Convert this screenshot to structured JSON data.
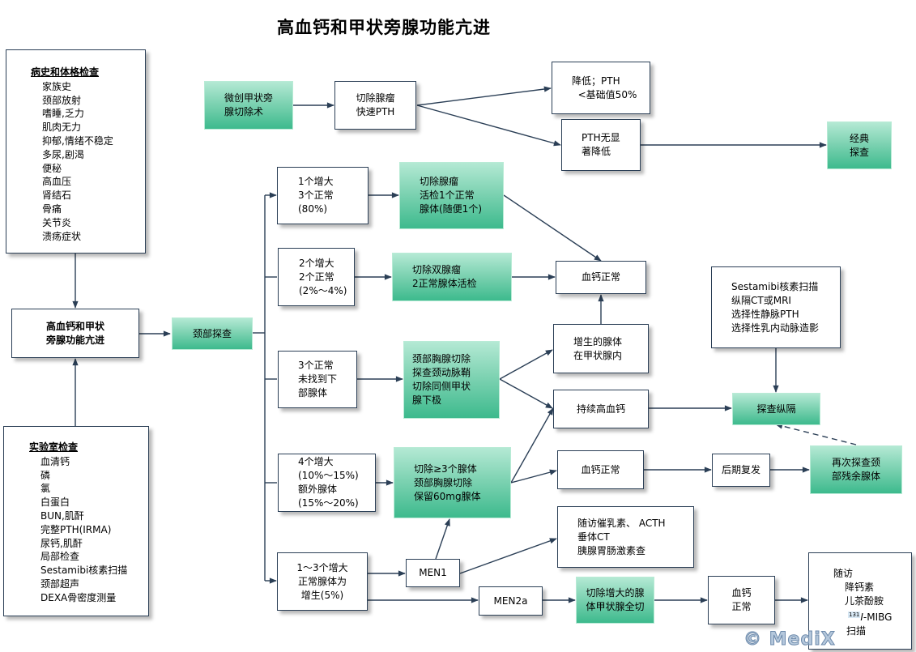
{
  "title": "高血钙和甲状旁腺功能亢进",
  "watermark": "© MediX",
  "colors": {
    "line": "#2b3f56",
    "box_border": "#2b3f56",
    "green_top": "#b4e9d4",
    "green_bottom": "#3dba8d"
  },
  "history": {
    "heading": "病史和体格检查",
    "items": [
      "家族史",
      "颈部放射",
      "嗜睡,乏力",
      "肌肉无力",
      "抑郁,情绪不稳定",
      "多尿,剧渴",
      "便秘",
      "高血压",
      "肾结石",
      "骨痛",
      "关节炎",
      "溃疡症状"
    ]
  },
  "labs": {
    "heading": "实验室检查",
    "items": [
      "血清钙",
      "磷",
      "氯",
      "白蛋白",
      "BUN,肌酐",
      "完整PTH(IRMA)",
      "尿钙,肌酐",
      "局部检查",
      "Sestamibi核素扫描",
      "颈部超声",
      "DEXA骨密度测量"
    ]
  },
  "nodes": {
    "main": [
      "高血钙和甲状",
      "旁腺功能亢进"
    ],
    "neck_explore": [
      "颈部探查"
    ],
    "mini_surgery": [
      "微创甲状旁",
      "腺切除术"
    ],
    "resect_fast_pth": [
      "切除腺瘤",
      "快速PTH"
    ],
    "pth_drop": [
      "降低；PTH",
      "  <基础值50%"
    ],
    "pth_no_drop": [
      "PTH无显",
      "著降低"
    ],
    "classic_explore": [
      "经典",
      "探查"
    ],
    "case1": [
      "1个增大",
      "3个正常",
      "(80%)"
    ],
    "action1": [
      "切除腺瘤",
      "活检1个正常",
      "腺体(随便1个)"
    ],
    "case2": [
      "2个增大",
      "2个正常",
      "(2%～4%)"
    ],
    "action2": [
      "切除双腺瘤",
      "2正常腺体活检"
    ],
    "normal_ca_1": [
      "血钙正常"
    ],
    "case3": [
      "3个正常",
      "未找到下",
      "部腺体"
    ],
    "action3": [
      "颈部胸腺切除",
      "探查颈动脉鞘",
      "切除同侧甲状",
      "腺下极"
    ],
    "in_thyroid": [
      "增生的腺体",
      "在甲状腺内"
    ],
    "persistent_hyper": [
      "持续高血钙"
    ],
    "case4": [
      "4个增大",
      "(10%～15%)",
      "额外腺体",
      "(15%～20%)"
    ],
    "action4": [
      "切除≥3个腺体",
      "颈部胸腺切除",
      "保留60mg腺体"
    ],
    "normal_ca_2": [
      "血钙正常"
    ],
    "late_recur": [
      "后期复发"
    ],
    "reexplore_neck": [
      "再次探查颈",
      "部残余腺体"
    ],
    "imaging": [
      "Sestamibi核素扫描",
      "纵隔CT或MRI",
      "选择性静脉PTH",
      "选择性乳内动脉造影"
    ],
    "explore_mediastinum": [
      "探查纵隔"
    ],
    "case5": [
      "1～3个增大",
      "正常腺体为",
      "增生(5%)"
    ],
    "men1": [
      "MEN1"
    ],
    "men1_followup": [
      "随访催乳素、 ACTH",
      "垂体CT",
      "胰腺胃肠激素查"
    ],
    "men2a": [
      "MEN2a"
    ],
    "action5": [
      "切除增大的腺",
      "体甲状腺全切"
    ],
    "normal_ca_3": [
      "血钙",
      "正常"
    ],
    "followup": {
      "head": "随访",
      "items": [
        "降钙素",
        "儿茶酚胺",
        "-MIBG",
        "扫描"
      ],
      "isotope_sup": "131",
      "isotope_sym": "I"
    }
  }
}
